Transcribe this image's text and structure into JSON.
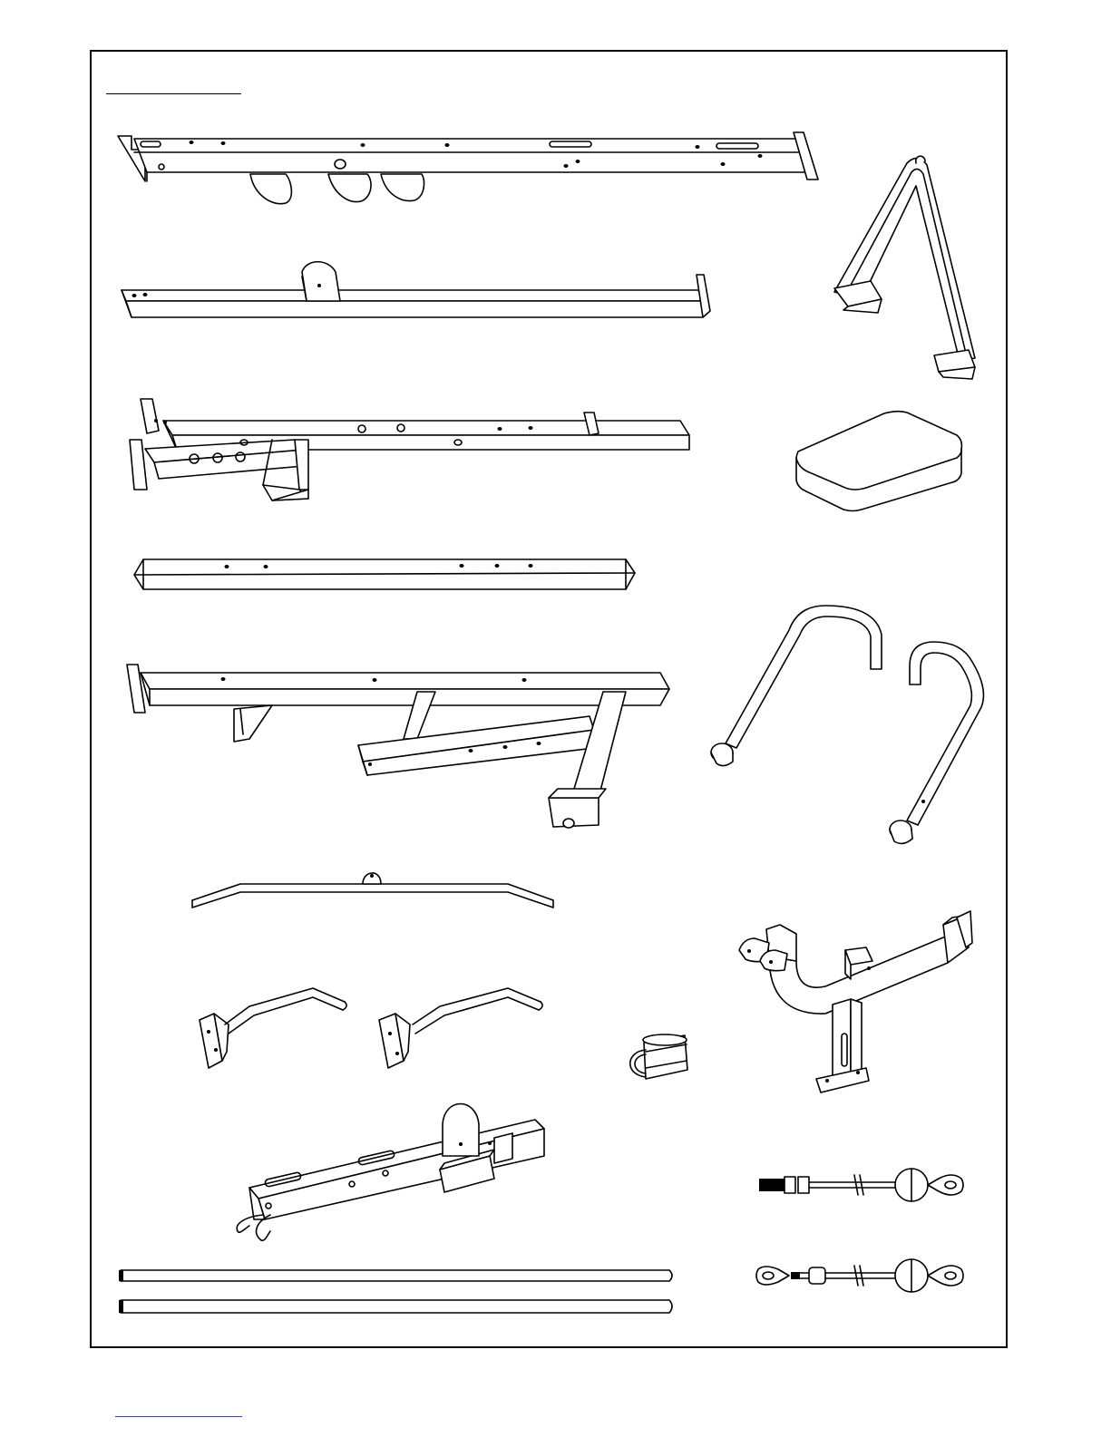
{
  "page": {
    "heading_text": "",
    "footer_link_text": ""
  },
  "parts": [
    {
      "name": "top-beam-with-pulleys"
    },
    {
      "name": "upper-pulley-beam"
    },
    {
      "name": "main-base-frame"
    },
    {
      "name": "plain-square-tube"
    },
    {
      "name": "seat-frame-with-leg"
    },
    {
      "name": "lat-pulldown-bar"
    },
    {
      "name": "left-press-arm"
    },
    {
      "name": "right-press-arm"
    },
    {
      "name": "pulley-carriage-beam"
    },
    {
      "name": "guide-rod-pair"
    },
    {
      "name": "triangle-row-handle"
    },
    {
      "name": "seat-pad"
    },
    {
      "name": "left-leg-lever"
    },
    {
      "name": "right-leg-lever"
    },
    {
      "name": "preacher-support-frame"
    },
    {
      "name": "ankle-strap"
    },
    {
      "name": "threaded-cable"
    },
    {
      "name": "eyelet-cable"
    }
  ],
  "colors": {
    "line": "#000000",
    "paper": "#ffffff",
    "link": "#3344cc"
  }
}
